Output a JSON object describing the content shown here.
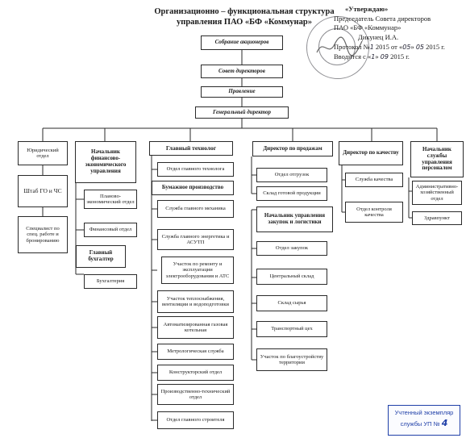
{
  "header": {
    "title_line1": "Организационно – функциональная структура",
    "title_line2": "управления ПАО «БФ «Коммунар»"
  },
  "approval": {
    "title": "«Утверждаю»",
    "line1": "Председатель Совета директоров",
    "line2": "ПАО «БФ «Коммунар»",
    "line3": "Дикунец И.А.",
    "line4_prefix": "Протокол №",
    "line4_num": "1",
    "line4_mid": "2015 от «",
    "line4_day": "05",
    "line4_sep": "»",
    "line4_month": "05",
    "line4_suffix": "2015 г.",
    "line5_prefix": "Вводится с «",
    "line5_day": "1",
    "line5_sep": "»",
    "line5_month": "09",
    "line5_suffix": "2015 г."
  },
  "top_chain": {
    "shareholders": "Собрание акционеров",
    "board": "Совет директоров",
    "management": "Правление",
    "gd": "Генеральный директор"
  },
  "col1": {
    "legal": "Юридический отдел",
    "hq": "Штаб ГО и ЧС",
    "specialist": "Специалист по спец. работе и бронированию"
  },
  "col2": {
    "head": "Начальник финансово-экономического управления",
    "planning": "Планово-экономический отдел",
    "financial": "Финансовый отдел",
    "chief_acc": "Главный бухгалтер",
    "accounting": "Бухгалтерия"
  },
  "col3": {
    "head": "Главный технолог",
    "tech_dept": "Отдел главного технолога",
    "paper": "Бумажное производство",
    "mech": "Служба главного механика",
    "energy": "Служба главного энергетика и АСУТП",
    "repair": "Участок по ремонту и эксплуатации электрооборудования и АТС",
    "heat": "Участок теплоснабжения, вентиляции и водоподготовки",
    "boiler": "Автоматизированная газовая котельная",
    "metro": "Метрологическая служба",
    "design": "Конструкторский отдел",
    "prodtech": "Производственно-технический отдел",
    "builder": "Отдел главного строителя"
  },
  "col4": {
    "head": "Директор по продажам",
    "shipping": "Отдел отгрузок",
    "fgoods": "Склад готовой продукции",
    "purch_head": "Начальник управления закупок и логистики",
    "purch": "Отдел закупок",
    "central": "Центральный склад",
    "raw": "Склад сырья",
    "transport": "Транспортный цех",
    "landscape": "Участок по благоустройству территории"
  },
  "col5": {
    "head": "Директор по качеству",
    "quality": "Служба качества",
    "control": "Отдел контроля качества"
  },
  "col6": {
    "head": "Начальник службы управления персоналом",
    "admin": "Административно-хозяйственный отдел",
    "health": "Здравпункт"
  },
  "stamp": {
    "line1": "Учтенный экземпляр",
    "line2": "службы УП №",
    "num": "4"
  }
}
